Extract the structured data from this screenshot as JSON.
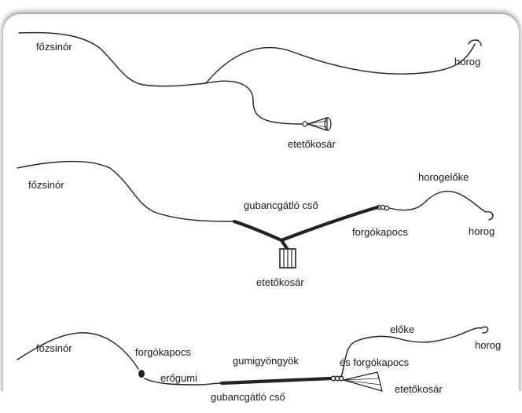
{
  "diagram1": {
    "main_line": "főzsinór",
    "hook": "horog",
    "feeder": "etetőkosár"
  },
  "diagram2": {
    "main_line": "főzsinór",
    "tube": "gubancgátló cső",
    "hook_link": "horogelőke",
    "swivel": "forgókapocs",
    "hook": "horog",
    "feeder": "etetőkosár"
  },
  "diagram3": {
    "main_line": "főzsinór",
    "swivel": "forgókapocs",
    "power_gum": "erőgumi",
    "beads": "gumigyöngyök",
    "and_swivel": "és forgókapocs",
    "tube": "gubancgátló cső",
    "hook_link": "előke",
    "hook": "horog",
    "feeder": "etetőkosár"
  }
}
